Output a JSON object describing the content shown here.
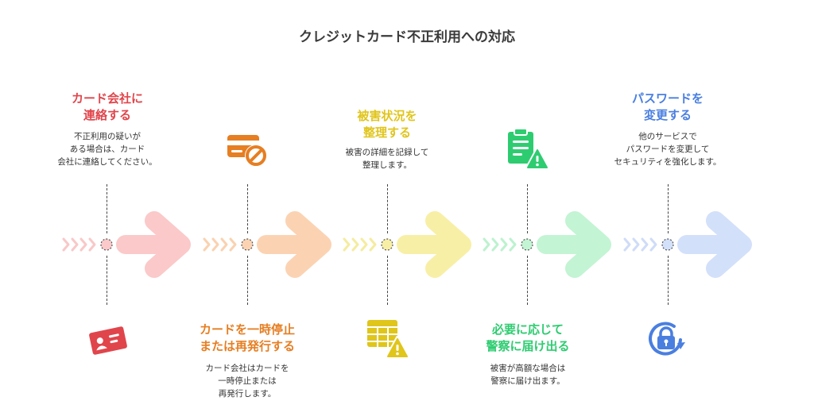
{
  "title": "クレジットカード不正利用への対応",
  "colors": {
    "red": "#e0454c",
    "orange": "#e67e22",
    "yellow": "#e0c51b",
    "green": "#2ecc71",
    "blue": "#4a7fe0"
  },
  "steps": [
    {
      "title_lines": [
        "カード会社に",
        "連絡する"
      ],
      "desc_lines": [
        "不正利用の疑いが",
        "ある場合は、カード",
        "会社に連絡してください。"
      ],
      "icon": "contact-card-icon",
      "color": "#e0454c",
      "arrow_color": "#fbc9c9",
      "chev_color": "#f9c8c8"
    },
    {
      "title_lines": [
        "カードを一時停止",
        "または再発行する"
      ],
      "desc_lines": [
        "カード会社はカードを",
        "一時停止または",
        "再発行します。"
      ],
      "icon": "card-blocked-icon",
      "color": "#e67e22",
      "arrow_color": "#fbd3b3",
      "chev_color": "#fad2b0"
    },
    {
      "title_lines": [
        "被害状況を",
        "整理する"
      ],
      "desc_lines": [
        "被害の詳細を記録して",
        "整理します。"
      ],
      "icon": "table-warning-icon",
      "color": "#e0c51b",
      "arrow_color": "#f8efa6",
      "chev_color": "#f5ec9f"
    },
    {
      "title_lines": [
        "必要に応じて",
        "警察に届け出る"
      ],
      "desc_lines": [
        "被害が高額な場合は",
        "警察に届け出ます。"
      ],
      "icon": "clipboard-warning-icon",
      "color": "#2ecc71",
      "arrow_color": "#c3f4d4",
      "chev_color": "#bdf2cf"
    },
    {
      "title_lines": [
        "パスワードを",
        "変更する"
      ],
      "desc_lines": [
        "他のサービスで",
        "パスワードを変更して",
        "セキュリティを強化します。"
      ],
      "icon": "lock-refresh-icon",
      "color": "#4a7fe0",
      "arrow_color": "#d3e0fa",
      "chev_color": "#cfdcf8"
    }
  ]
}
